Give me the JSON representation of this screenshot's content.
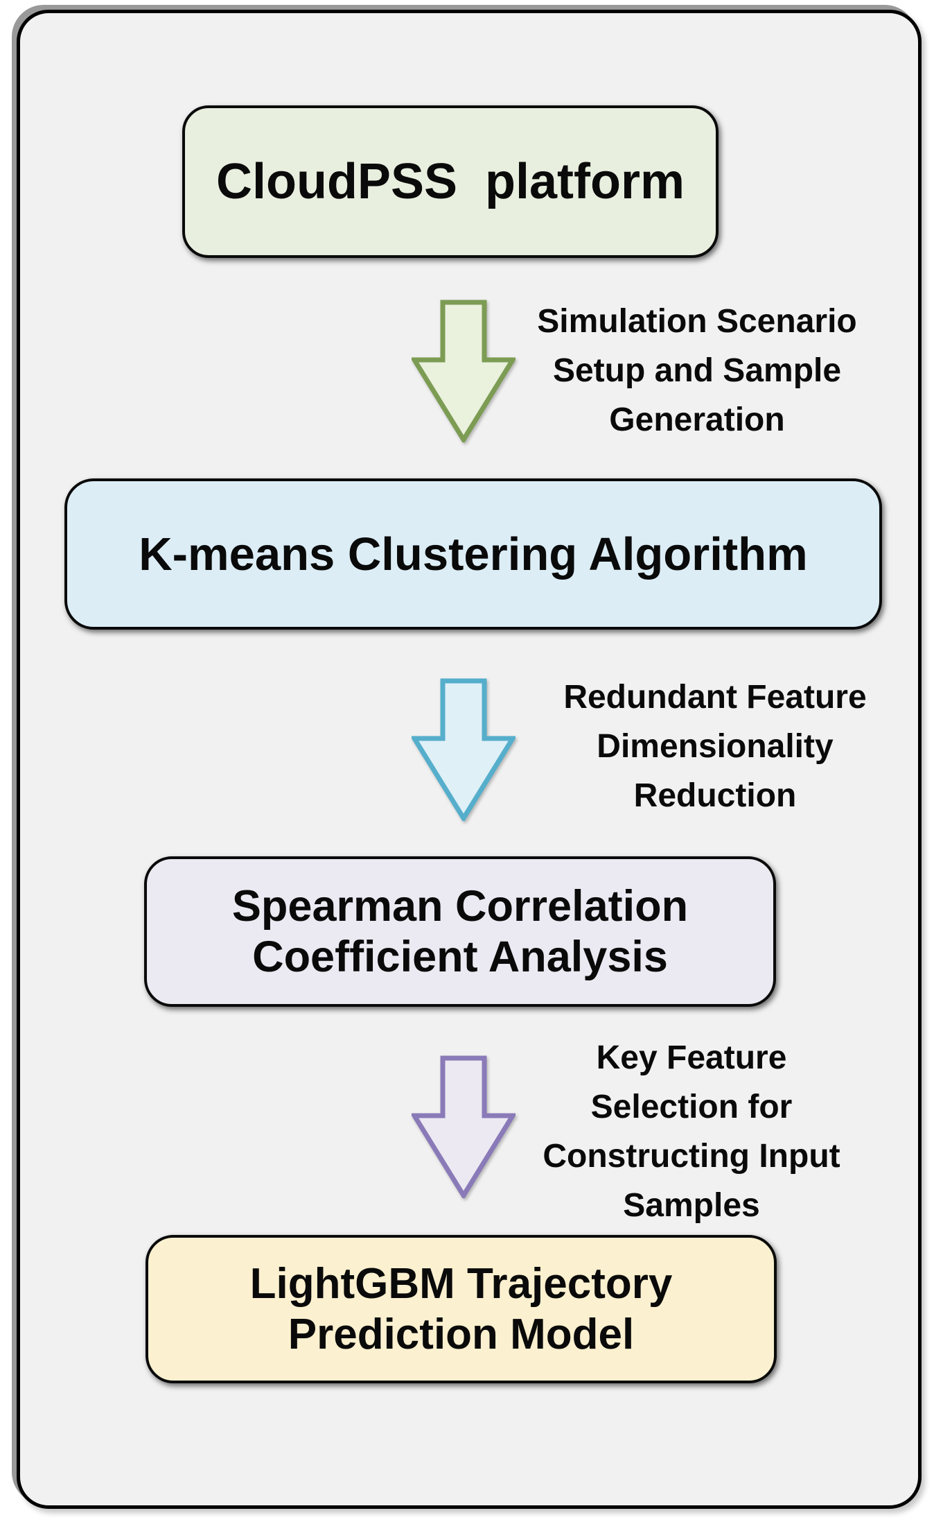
{
  "flowchart": {
    "frame": {
      "background": "#f1f1f1",
      "border_color": "#000000"
    },
    "nodes": [
      {
        "id": "cloudpss",
        "fill": "#e8efdf",
        "lines": [
          "CloudPSS  platform"
        ]
      },
      {
        "id": "kmeans",
        "fill": "#dcedf6",
        "lines": [
          "K-means Clustering Algorithm"
        ]
      },
      {
        "id": "spearman",
        "fill": "#ebe9f1",
        "lines": [
          "Spearman Correlation",
          "Coefficient Analysis"
        ]
      },
      {
        "id": "lightgbm",
        "fill": "#fbf0cf",
        "lines": [
          "LightGBM Trajectory",
          "Prediction Model"
        ]
      }
    ],
    "arrows": [
      {
        "id": "arrow-1",
        "icon": "down-arrow-icon",
        "fill": "#eaf1dd",
        "stroke": "#7c9c53",
        "lines": [
          "Simulation Scenario",
          "Setup and Sample",
          "Generation"
        ]
      },
      {
        "id": "arrow-2",
        "icon": "down-arrow-icon",
        "fill": "#dff0f7",
        "stroke": "#55aecb",
        "lines": [
          "Redundant Feature",
          "Dimensionality",
          "Reduction"
        ]
      },
      {
        "id": "arrow-3",
        "icon": "down-arrow-icon",
        "fill": "#ece9f2",
        "stroke": "#8a7ab8",
        "lines": [
          "Key Feature",
          "Selection for",
          "Constructing Input",
          "Samples"
        ]
      }
    ]
  }
}
